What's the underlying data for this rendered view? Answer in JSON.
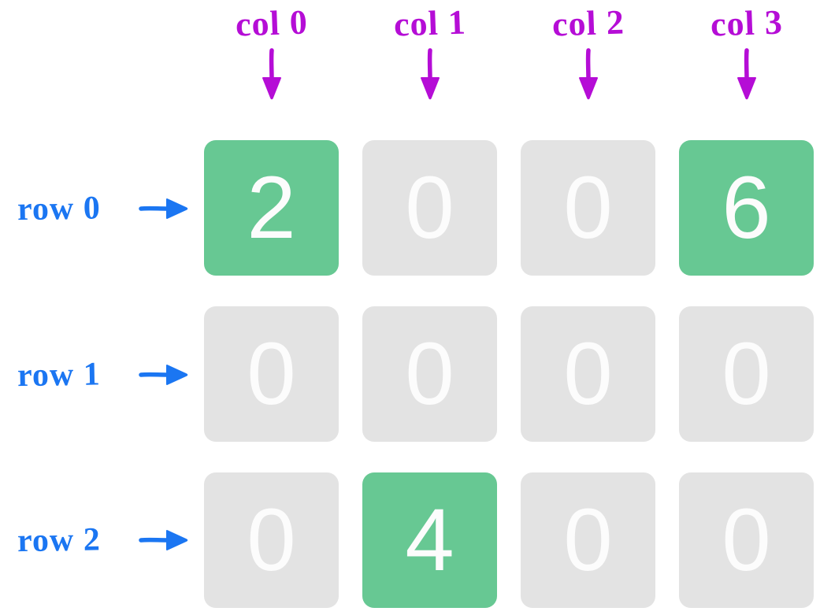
{
  "matrix": {
    "col_labels": [
      "col 0",
      "col 1",
      "col 2",
      "col 3"
    ],
    "row_labels": [
      "row 0",
      "row 1",
      "row 2"
    ],
    "values": [
      [
        "2",
        "0",
        "0",
        "6"
      ],
      [
        "0",
        "0",
        "0",
        "0"
      ],
      [
        "0",
        "4",
        "0",
        "0"
      ]
    ],
    "active": [
      [
        true,
        false,
        false,
        true
      ],
      [
        false,
        false,
        false,
        false
      ],
      [
        false,
        true,
        false,
        false
      ]
    ]
  },
  "icons": {
    "col_arrow": "arrow-down",
    "row_arrow": "arrow-right"
  },
  "colors": {
    "cell_active": "#67c893",
    "cell_inactive": "#e3e3e3",
    "cell_text": "#fcfcfc",
    "col_label": "#b50dd6",
    "row_label": "#1b76f2",
    "background": "#ffffff"
  }
}
